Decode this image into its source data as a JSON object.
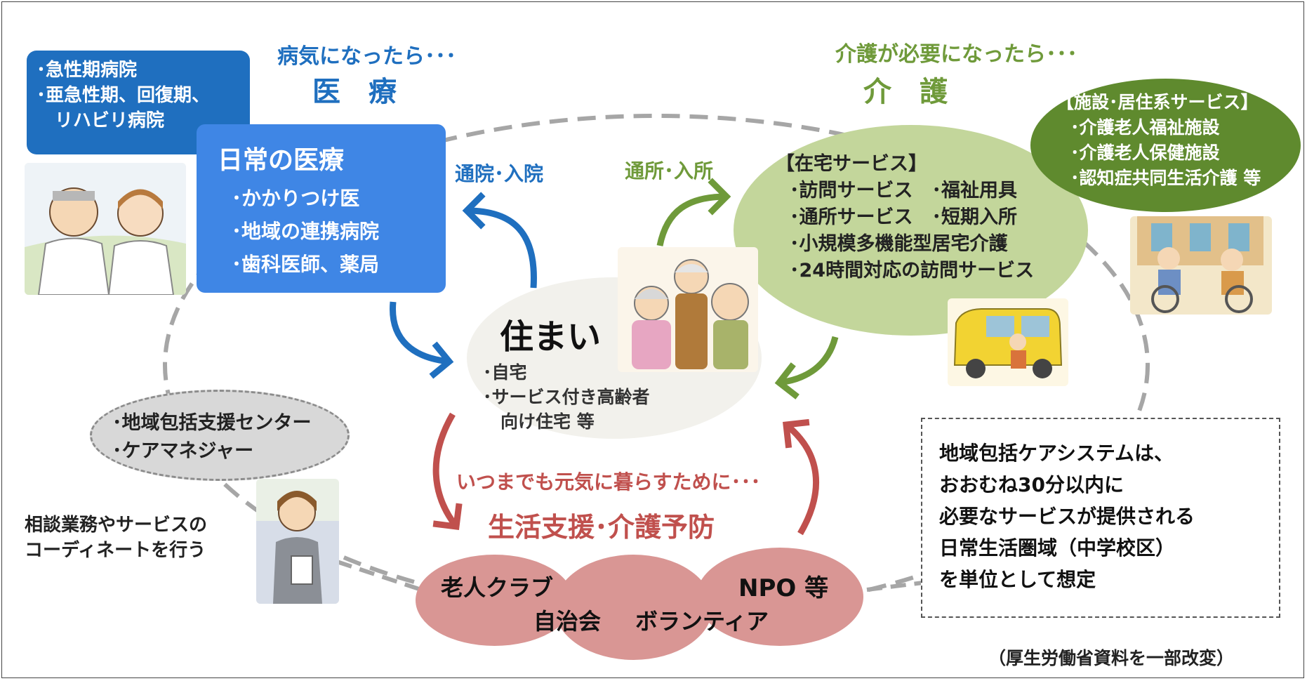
{
  "medical": {
    "heading_sub": "病気になったら･･･",
    "heading_main": "医　療",
    "hospitals": [
      "･急性期病院",
      "･亜急性期、回復期、",
      "　リハビリ病院"
    ],
    "daily_title": "日常の医療",
    "daily_items": [
      "･かかりつけ医",
      "･地域の連携病院",
      "･歯科医師、薬局"
    ],
    "arrow_label": "通院･入院",
    "color": "#1f6fbf"
  },
  "care": {
    "heading_sub": "介護が必要になったら･･･",
    "heading_main": "介　護",
    "facility_title": "【施設･居住系サービス】",
    "facility_items": [
      "･介護老人福祉施設",
      "･介護老人保健施設",
      "･認知症共同生活介護 等"
    ],
    "home_title": "【在宅サービス】",
    "home_items": [
      "･訪問サービス　･福祉用具",
      "･通所サービス　･短期入所",
      "･小規模多機能型居宅介護",
      "･24時間対応の訪問サービス"
    ],
    "arrow_label": "通所･入所",
    "color": "#6f9a3a"
  },
  "housing": {
    "title": "住まい",
    "items": [
      "･自宅",
      "･サービス付き高齢者",
      "　向け住宅 等"
    ]
  },
  "consult": {
    "bubble_items": [
      "･地域包括支援センター",
      "･ケアマネジャー"
    ],
    "desc": [
      "相談業務やサービスの",
      "コーディネートを行う"
    ]
  },
  "support": {
    "heading_sub": "いつまでも元気に暮らすために･･･",
    "heading_main": "生活支援･介護予防",
    "groups": [
      "老人クラブ",
      "自治会",
      "ボランティア",
      "NPO 等"
    ],
    "color": "#c0504d"
  },
  "note": {
    "lines": [
      "地域包括ケアシステムは、",
      "おおむね30分以内に",
      "必要なサービスが提供される",
      "日常生活圏域（中学校区）",
      "を単位として想定"
    ]
  },
  "source": "（厚生労働省資料を一部改変）"
}
